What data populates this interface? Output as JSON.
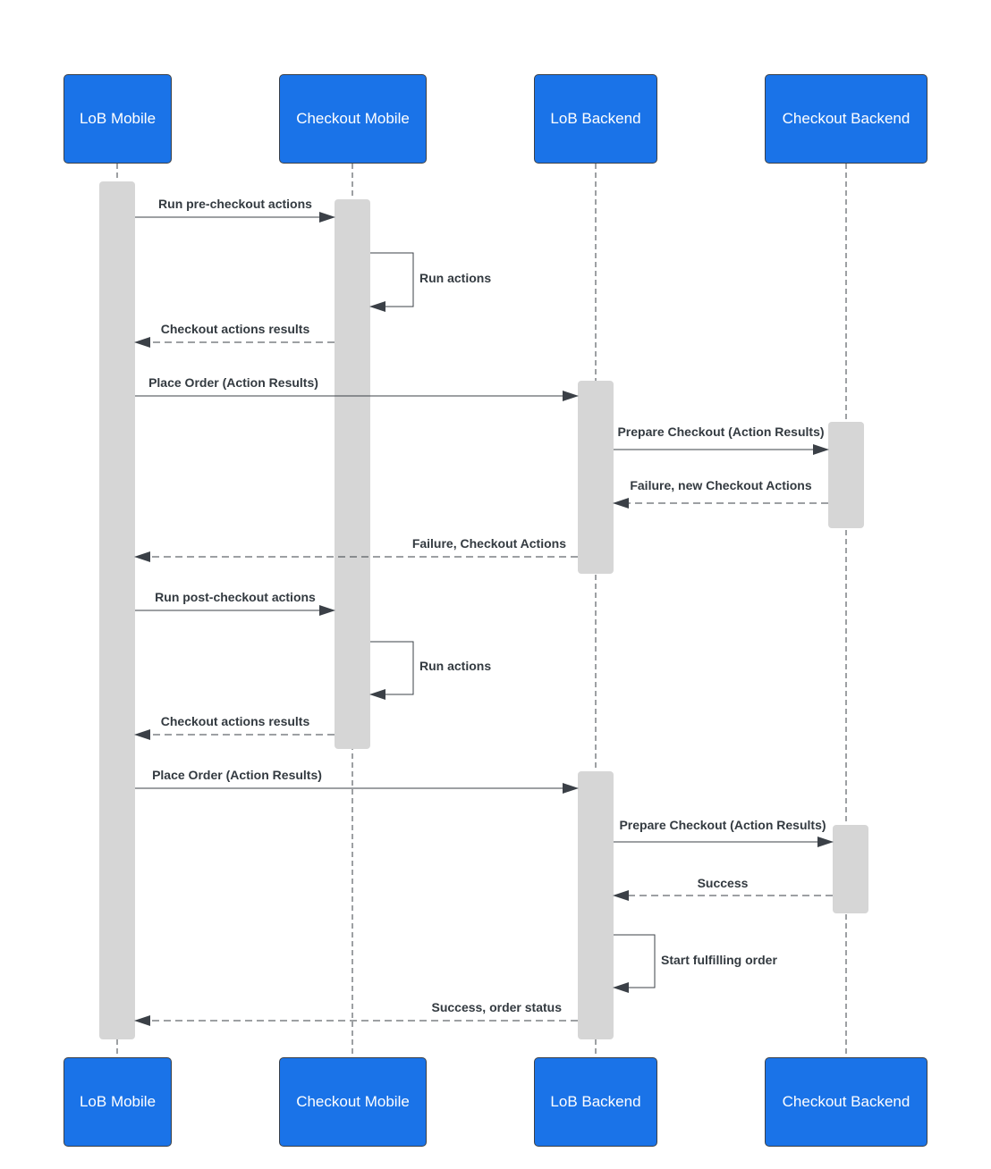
{
  "colors": {
    "participant_fill": "#1a73e8",
    "participant_text": "#ffffff",
    "activation_fill": "#d6d6d6",
    "line": "#3b4047",
    "label": "#333a40"
  },
  "participants": [
    {
      "id": "lob-mobile",
      "label": "LoB Mobile"
    },
    {
      "id": "checkout-mobile",
      "label": "Checkout Mobile"
    },
    {
      "id": "lob-backend",
      "label": "LoB Backend"
    },
    {
      "id": "checkout-backend",
      "label": "Checkout Backend"
    }
  ],
  "messages": [
    {
      "from": "lob-mobile",
      "to": "checkout-mobile",
      "type": "sync",
      "label": "Run pre-checkout actions"
    },
    {
      "from": "checkout-mobile",
      "to": "checkout-mobile",
      "type": "self",
      "label": "Run actions"
    },
    {
      "from": "checkout-mobile",
      "to": "lob-mobile",
      "type": "return",
      "label": "Checkout actions results"
    },
    {
      "from": "lob-mobile",
      "to": "lob-backend",
      "type": "sync",
      "label": "Place Order (Action Results)"
    },
    {
      "from": "lob-backend",
      "to": "checkout-backend",
      "type": "sync",
      "label": "Prepare Checkout (Action Results)"
    },
    {
      "from": "checkout-backend",
      "to": "lob-backend",
      "type": "return",
      "label": "Failure, new Checkout Actions"
    },
    {
      "from": "lob-backend",
      "to": "lob-mobile",
      "type": "return",
      "label": "Failure, Checkout Actions"
    },
    {
      "from": "lob-mobile",
      "to": "checkout-mobile",
      "type": "sync",
      "label": "Run post-checkout actions"
    },
    {
      "from": "checkout-mobile",
      "to": "checkout-mobile",
      "type": "self",
      "label": "Run actions"
    },
    {
      "from": "checkout-mobile",
      "to": "lob-mobile",
      "type": "return",
      "label": "Checkout actions results"
    },
    {
      "from": "lob-mobile",
      "to": "lob-backend",
      "type": "sync",
      "label": "Place Order (Action Results)"
    },
    {
      "from": "lob-backend",
      "to": "checkout-backend",
      "type": "sync",
      "label": "Prepare Checkout (Action Results)"
    },
    {
      "from": "checkout-backend",
      "to": "lob-backend",
      "type": "return",
      "label": "Success"
    },
    {
      "from": "lob-backend",
      "to": "lob-backend",
      "type": "self",
      "label": "Start fulfilling order"
    },
    {
      "from": "lob-backend",
      "to": "lob-mobile",
      "type": "return",
      "label": "Success, order status"
    }
  ]
}
